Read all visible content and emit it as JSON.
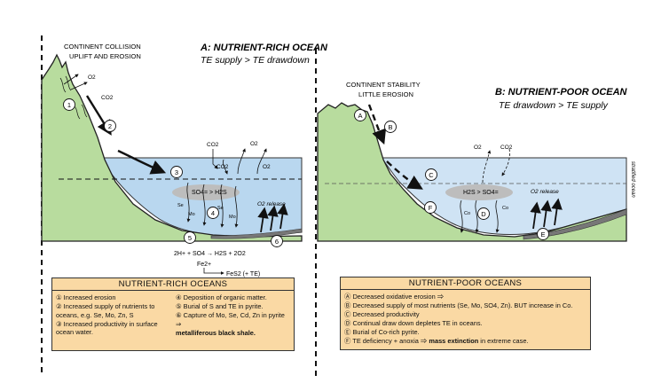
{
  "panel_a": {
    "title_line1": "A: NUTRIENT-RICH OCEAN",
    "title_line2": "TE supply > TE drawdown",
    "orogeny_line1": "CONTINENT COLLISION",
    "orogeny_line2": "UPLIFT AND EROSION",
    "co2": "CO2",
    "o2": "O2",
    "sulfate_reduction": "SO4= > H2S",
    "o2_release": "O2 release",
    "se": "Se",
    "mo": "Mo",
    "markers": [
      "1",
      "2",
      "3",
      "4",
      "5",
      "6"
    ],
    "reaction_line1": "2H+ + SO4 → H2S + 2O2",
    "reaction_line2": "Fe2+",
    "reaction_line3": "FeS2 (+ TE)"
  },
  "panel_b": {
    "title_line1": "B: NUTRIENT-POOR OCEAN",
    "title_line2": "TE drawdown > TE supply",
    "stability_line1": "CONTINENT STABILITY",
    "stability_line2": "LITTLE EROSION",
    "co2": "CO2",
    "o2": "O2",
    "sulfate_reduction": "H2S > SO4=",
    "o2_release": "O2 release",
    "co": "Co",
    "stratified": "stratified ocean",
    "markers": [
      "A",
      "B",
      "C",
      "D",
      "E",
      "F"
    ]
  },
  "legend_a": {
    "heading": "NUTRIENT-RICH OCEANS",
    "col1": [
      "① Increased erosion",
      "② Increased supply of nutrients to oceans, e.g. Se, Mo, Zn, S",
      "③ Increased productivity in surface ocean water."
    ],
    "col2": [
      "④ Deposition of organic matter.",
      "⑤ Burial of S and TE in pyrite.",
      "⑥ Capture of Mo, Se, Cd, Zn in pyrite ⇒"
    ],
    "col2_bold": "metalliferous black shale."
  },
  "legend_b": {
    "heading": "NUTRIENT-POOR OCEANS",
    "rows": [
      "Ⓐ Decreased oxidative erosion ⇒",
      "Ⓑ Decreased supply of most nutrients (Se, Mo, SO4, Zn). BUT increase in Co.",
      "Ⓒ Decreased productivity",
      "Ⓓ Continual draw down depletes TE in oceans.",
      "Ⓔ Burial of Co-rich pyrite.",
      "Ⓕ TE deficiency + anoxia ⇒"
    ],
    "last_bold": "mass extinction",
    "last_tail": " in extreme case."
  }
}
